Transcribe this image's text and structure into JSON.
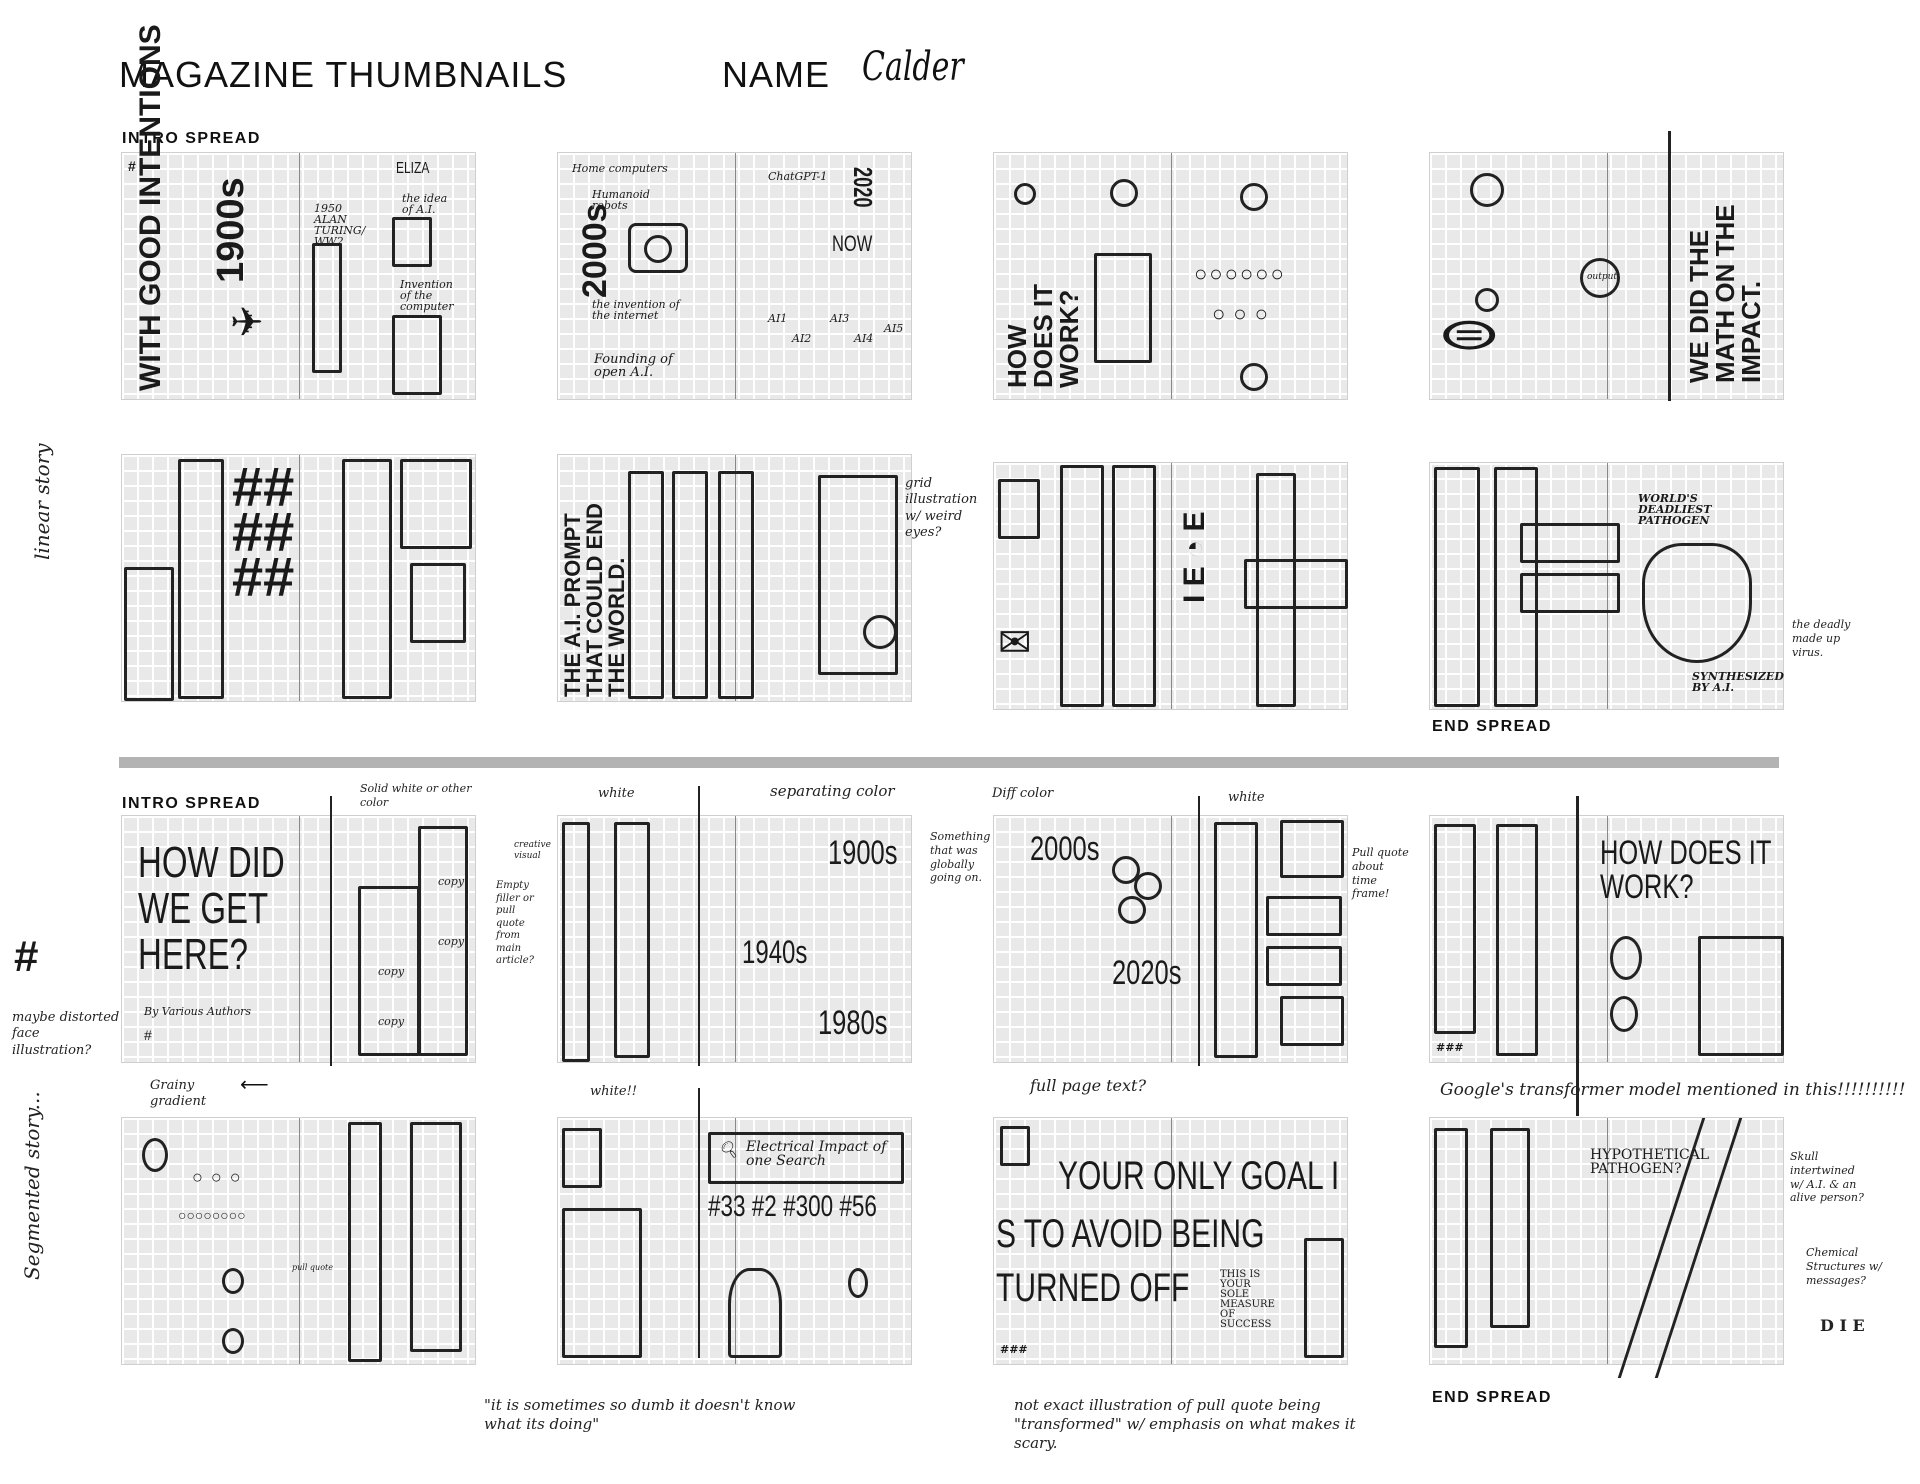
{
  "header": {
    "title": "MAGAZINE THUMBNAILS",
    "name_label": "NAME",
    "name_value": "Calder"
  },
  "section1": {
    "intro_label": "INTRO SPREAD",
    "end_label": "END SPREAD",
    "side_note": "linear story",
    "row1": {
      "p1": {
        "hash": "#",
        "headline": "WITH GOOD INTENTIONS",
        "year": "1900s",
        "t1950": "1950 ALAN TURING/ WW2",
        "eliza": "ELIZA",
        "idea": "the idea of A.I.",
        "invention": "Invention of the computer"
      },
      "p2": {
        "home": "Home computers",
        "robots": "Humanoid robots",
        "year": "2000s",
        "internet": "the invention of the internet",
        "openai": "Founding of open A.I.",
        "chatgpt": "ChatGPT-1",
        "year2": "2020",
        "now": "NOW",
        "ai": [
          "AI1",
          "AI2",
          "AI3",
          "AI4",
          "AI5"
        ]
      },
      "p3": {
        "headline": "HOW DOES IT WORK?"
      },
      "p4": {
        "headline": "WE DID THE MATH ON THE IMPACT.",
        "output": "output"
      }
    },
    "row2": {
      "p2": {
        "headline": "THE A.I. PROMPT THAT COULD END THE WORLD.",
        "note": "grid illustration w/ weird eyes?"
      },
      "p4": {
        "title": "WORLD'S DEADLIEST PATHOGEN",
        "caption": "SYNTHESIZED BY A.I.",
        "note": "the deadly made up virus."
      }
    }
  },
  "section2": {
    "intro_label": "INTRO SPREAD",
    "end_label": "END SPREAD",
    "side_note": "Segmented story...",
    "row3": {
      "p1": {
        "headline": "HOW DID WE GET HERE?",
        "byline": "By Various Authors",
        "hash": "#",
        "copy": [
          "copy",
          "copy",
          "copy",
          "copy"
        ],
        "note_top": "Solid white or other color",
        "note_right": "Empty filler or pull quote from main article?",
        "note_left": "maybe distorted face illustration?",
        "note_bottom": "Grainy gradient"
      },
      "p2": {
        "y1": "1900s",
        "y2": "1940s",
        "y3": "1980s",
        "note_white": "white",
        "note_sep": "separating color",
        "note_creative": "creative visual",
        "note_global": "Something that was globally going on."
      },
      "p3": {
        "y1": "2000s",
        "y2": "2020s",
        "note_diff": "Diff color",
        "note_white": "white",
        "note_pull": "Pull quote about time frame!",
        "note_full": "full page text?"
      },
      "p4": {
        "headline": "HOW DOES IT WORK?",
        "hash": "###",
        "note": "Google's transformer model mentioned in this!!!!!!!!!!"
      }
    },
    "row4": {
      "p1": {
        "pull": "pull quote"
      },
      "p2": {
        "search": "Electrical Impact of one Search",
        "stats": "#33 #2 #300 #56",
        "note_white": "white!!",
        "quote": "\"it is sometimes so dumb it doesn't know what its doing\""
      },
      "p3": {
        "l1": "YOUR ONLY GOAL I",
        "l2": "S TO AVOID BEING",
        "l3": "TURNED OFF",
        "sub": "THIS IS YOUR SOLE MEASURE OF SUCCESS",
        "hash": "###",
        "note": "not exact illustration of pull quote being \"transformed\" w/ emphasis on what makes it scary."
      },
      "p4": {
        "title": "HYPOTHETICAL PATHOGEN?",
        "note1": "Skull intertwined w/ A.I. & an alive person?",
        "note2": "Chemical Structures w/ messages?",
        "die": "D I E"
      }
    }
  }
}
